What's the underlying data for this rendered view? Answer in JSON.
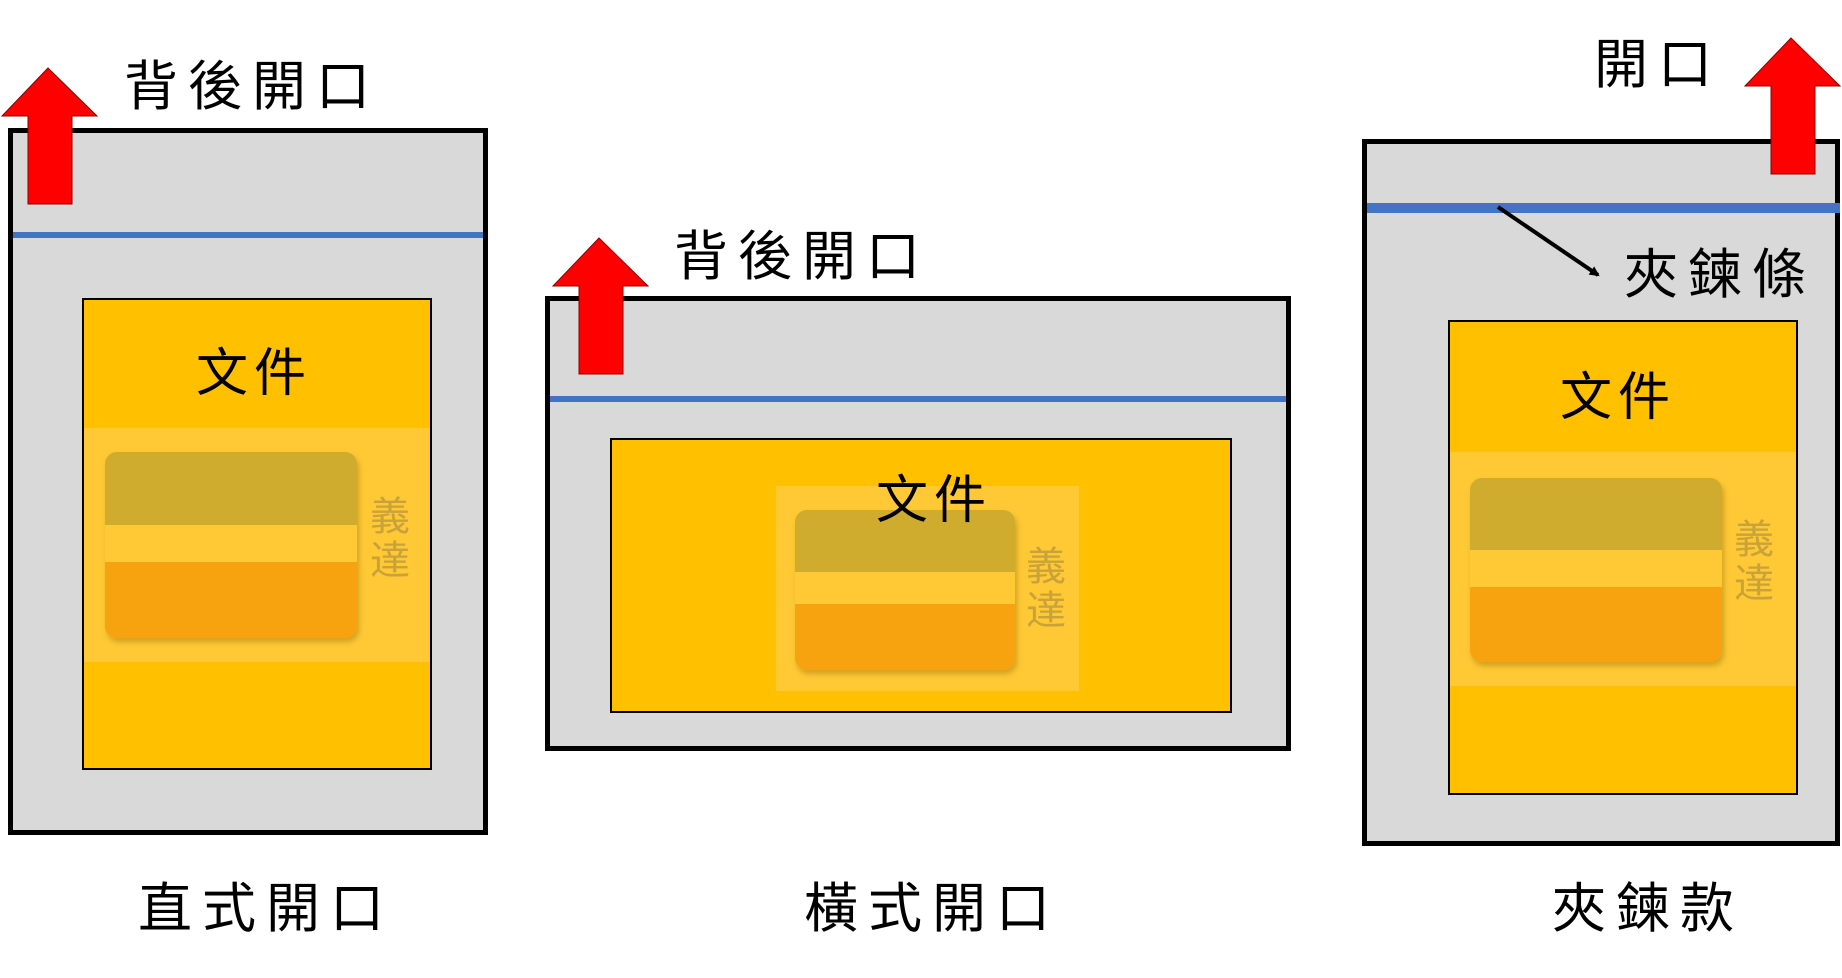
{
  "panels": {
    "vertical": {
      "opening_label": "背後開口",
      "document_title": "文件",
      "card_text": "義達",
      "caption": "直式開口"
    },
    "horizontal": {
      "opening_label": "背後開口",
      "document_title": "文件",
      "card_text": "義達",
      "caption": "橫式開口"
    },
    "zipper": {
      "opening_label": "開口",
      "zipper_label": "夾鍊條",
      "document_title": "文件",
      "card_text": "義達",
      "caption": "夾鍊款"
    }
  },
  "colors": {
    "bag": "#d9d9d9",
    "seal_line": "#4472c4",
    "document": "#ffc000",
    "arrow": "#ff0000",
    "card_top": "#cfab2e",
    "card_bottom": "#f7a20f"
  },
  "icons": [
    "up-arrow-icon",
    "pointer-arrow-icon"
  ]
}
